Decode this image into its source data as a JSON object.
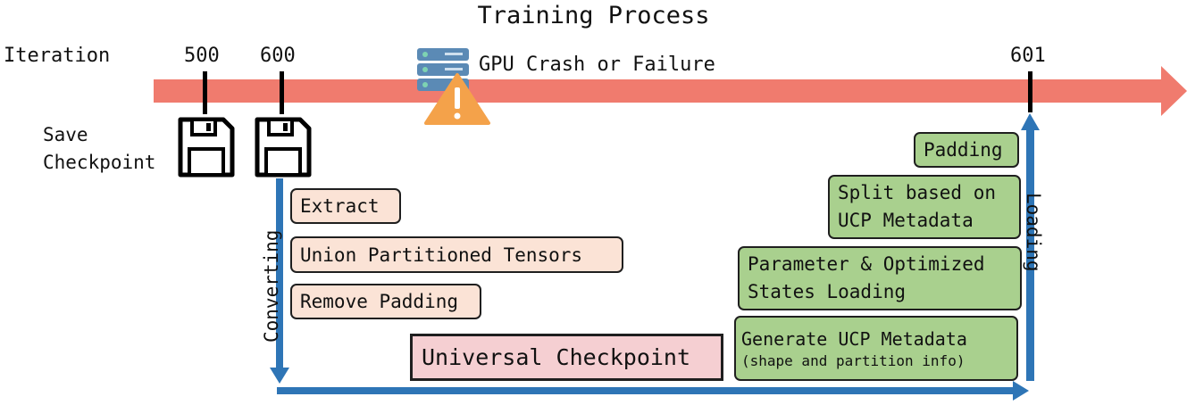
{
  "title": "Training Process",
  "iteration_label": "Iteration",
  "iterations": [
    "500",
    "600",
    "601"
  ],
  "crash_label": "GPU Crash or Failure",
  "save_checkpoint": [
    "Save",
    "Checkpoint"
  ],
  "converting_label": "Converting",
  "loading_label": "Loading",
  "converting_steps": [
    "Extract",
    "Union Partitioned Tensors",
    "Remove Padding"
  ],
  "universal_checkpoint": "Universal Checkpoint",
  "loading_steps": {
    "padding": "Padding",
    "split": [
      "Split based on",
      "UCP Metadata"
    ],
    "param": [
      "Parameter & Optimized",
      "States Loading"
    ],
    "generate": [
      "Generate UCP Metadata",
      "(shape and partition info)"
    ]
  },
  "colors": {
    "timeline": "#f07b6e",
    "flow_arrow": "#2e75b6",
    "peach_box": "#fbe3d6",
    "pink_box": "#f5cfd2",
    "green_box": "#a9d08e"
  },
  "icons": [
    "floppy-disk-icon",
    "server-icon",
    "warning-icon"
  ]
}
